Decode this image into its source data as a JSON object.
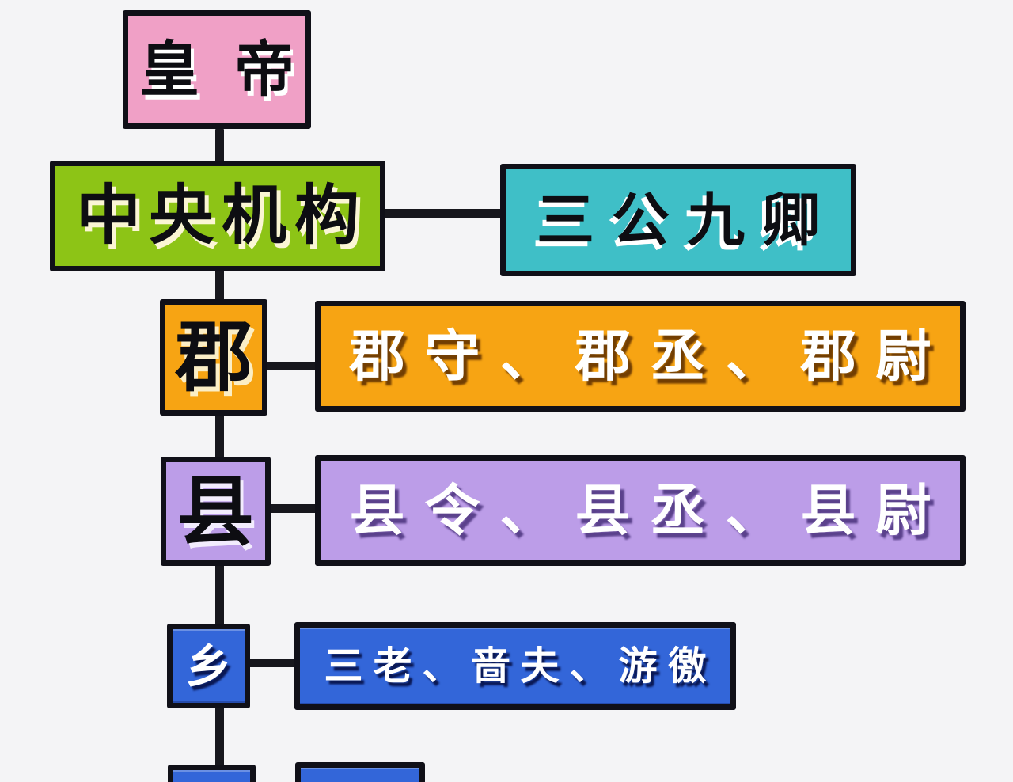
{
  "canvas": {
    "background_color": "#f4f4f6",
    "border_color": "#101018",
    "connector_color": "#17171d"
  },
  "nodes": {
    "emperor": {
      "label": "皇帝",
      "fill": "#f0a0c6",
      "text_color": "#0d0d12"
    },
    "central": {
      "label": "中央机构",
      "fill": "#8dc416",
      "text_color": "#0d0d12"
    },
    "sangong": {
      "label": "三公九卿",
      "fill": "#3fbfc7",
      "text_color": "#0d0d12"
    },
    "jun": {
      "label": "郡",
      "fill": "#f7a413",
      "text_color": "#0d0d12"
    },
    "jun_officials": {
      "label": "郡守、郡丞、郡尉",
      "fill": "#f7a413",
      "text_color": "#ffffff"
    },
    "xian": {
      "label": "县",
      "fill": "#bc9de8",
      "text_color": "#0d0d12"
    },
    "xian_officials": {
      "label": "县令、县丞、县尉",
      "fill": "#bc9de8",
      "text_color": "#ffffff"
    },
    "xiang": {
      "label": "乡",
      "fill": "#3366d9",
      "text_color": "#ffffff"
    },
    "xiang_officials": {
      "label": "三老、啬夫、游徼",
      "fill": "#3366d9",
      "text_color": "#ffffff"
    },
    "bottom_left": {
      "label": "",
      "fill": "#3366d9",
      "text_color": "#ffffff"
    },
    "bottom_right": {
      "label": "",
      "fill": "#3366d9",
      "text_color": "#ffffff"
    }
  },
  "edges": [
    {
      "from": "emperor",
      "to": "central"
    },
    {
      "from": "central",
      "to": "sangong"
    },
    {
      "from": "central",
      "to": "jun"
    },
    {
      "from": "jun",
      "to": "jun_officials"
    },
    {
      "from": "jun",
      "to": "xian"
    },
    {
      "from": "xian",
      "to": "xian_officials"
    },
    {
      "from": "xian",
      "to": "xiang"
    },
    {
      "from": "xiang",
      "to": "xiang_officials"
    },
    {
      "from": "xiang",
      "to": "bottom_left"
    }
  ]
}
